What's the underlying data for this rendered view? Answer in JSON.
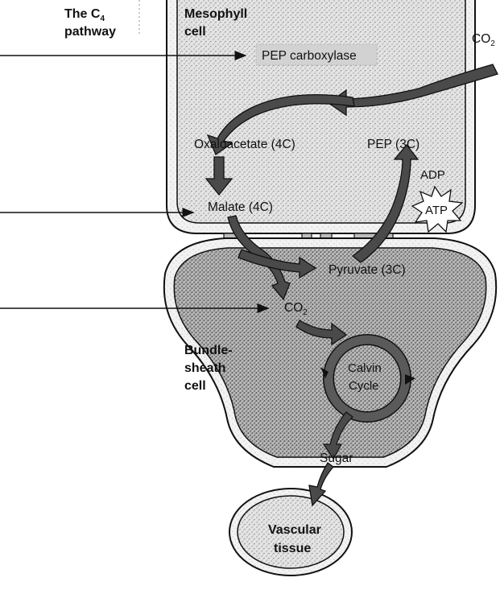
{
  "diagram": {
    "title": {
      "main": "The C",
      "sub": "4",
      "line2": "pathway"
    },
    "mesophyll": {
      "line1": "Mesophyll",
      "line2": "cell"
    },
    "bundle_sheath": {
      "line1": "Bundle-",
      "line2": "sheath",
      "line3": "cell"
    },
    "vascular": {
      "line1": "Vascular",
      "line2": "tissue"
    },
    "molecules": {
      "pep_carboxylase": "PEP carboxylase",
      "oxaloacetate": "Oxaloacetate (4C)",
      "pep": "PEP (3C)",
      "malate": "Malate (4C)",
      "pyruvate": "Pyruvate (3C)",
      "adp": "ADP",
      "atp": "ATP",
      "co2_in_base": "CO",
      "co2_in_sub": "2",
      "co2_bs_base": "CO",
      "co2_bs_sub": "2",
      "calvin_line1": "Calvin",
      "calvin_line2": "Cycle",
      "sugar": "Sugar"
    },
    "colors": {
      "stipple": "#c9c9c9",
      "dark_stipple": "#9a9a9a",
      "arrow": "#3a3a3a",
      "ink": "#111111"
    }
  }
}
